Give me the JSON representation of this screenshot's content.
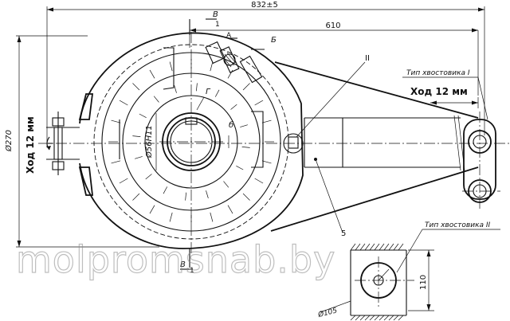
{
  "dimensions": {
    "overall_length": "832±5",
    "arm_length": "610",
    "height_diameter": "Ø270",
    "shank_diameter": "Ø105",
    "shank_height": "110",
    "bore_diameter": "Ø56H11"
  },
  "stroke": {
    "left_label": "Ход 12 мм",
    "right_label": "Ход 12 мм"
  },
  "labels": {
    "shank_type_1": "Тип хвостовика I",
    "shank_type_2": "Тип хвостовика II",
    "section_top": "В",
    "section_bottom": "В",
    "section_top_number": "1",
    "section_bottom_number": "1",
    "roman_2": "II",
    "mark_a": "А",
    "mark_b": "Б",
    "mark_g": "Г",
    "mark_6": "б",
    "mark_5": "5"
  },
  "watermark": "molpromsnab.by"
}
